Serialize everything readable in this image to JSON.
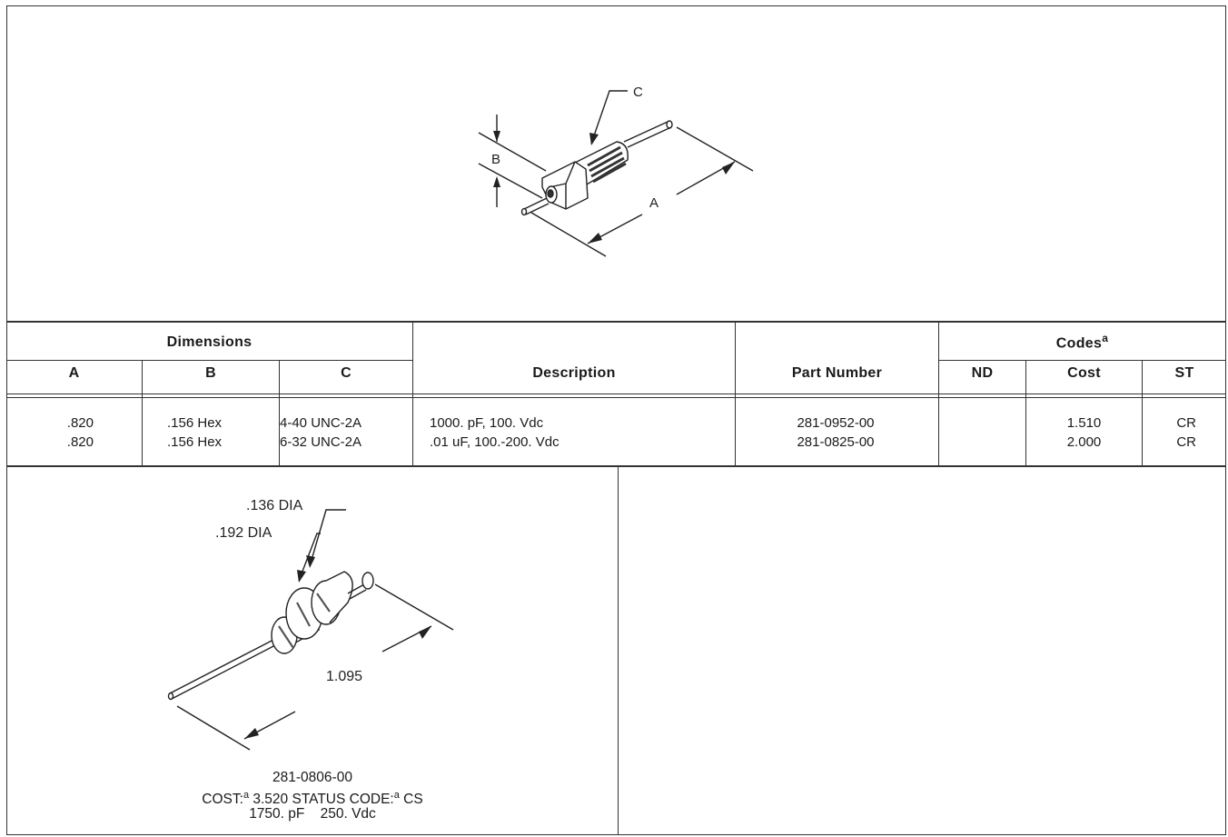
{
  "top_figure": {
    "labels": {
      "a": "A",
      "b": "B",
      "c": "C"
    }
  },
  "table": {
    "group_headers": {
      "dimensions": "Dimensions",
      "codes": "Codes",
      "codes_superscript": "a"
    },
    "columns": {
      "a": "A",
      "b": "B",
      "c": "C",
      "description": "Description",
      "part_number": "Part Number",
      "nd": "ND",
      "cost": "Cost",
      "st": "ST"
    },
    "rows": [
      {
        "a": ".820",
        "b": ".156 Hex",
        "c": "4-40 UNC-2A",
        "description": "1000. pF, 100. Vdc",
        "part_number": "281-0952-00",
        "nd": "",
        "cost": "1.510",
        "st": "CR"
      },
      {
        "a": ".820",
        "b": ".156 Hex",
        "c": "6-32 UNC-2A",
        "description": ".01 uF, 100.-200. Vdc",
        "part_number": "281-0825-00",
        "nd": "",
        "cost": "2.000",
        "st": "CR"
      }
    ]
  },
  "bottom_figure": {
    "dim_136": ".136 DIA",
    "dim_192": ".192 DIA",
    "length": "1.095",
    "part_number": "281-0806-00",
    "cost_label": "COST:",
    "cost_value": "3.520",
    "status_label": "STATUS CODE:",
    "status_value": "CS",
    "superscript": "a",
    "capacitance": "1750. pF",
    "voltage": "250. Vdc"
  }
}
